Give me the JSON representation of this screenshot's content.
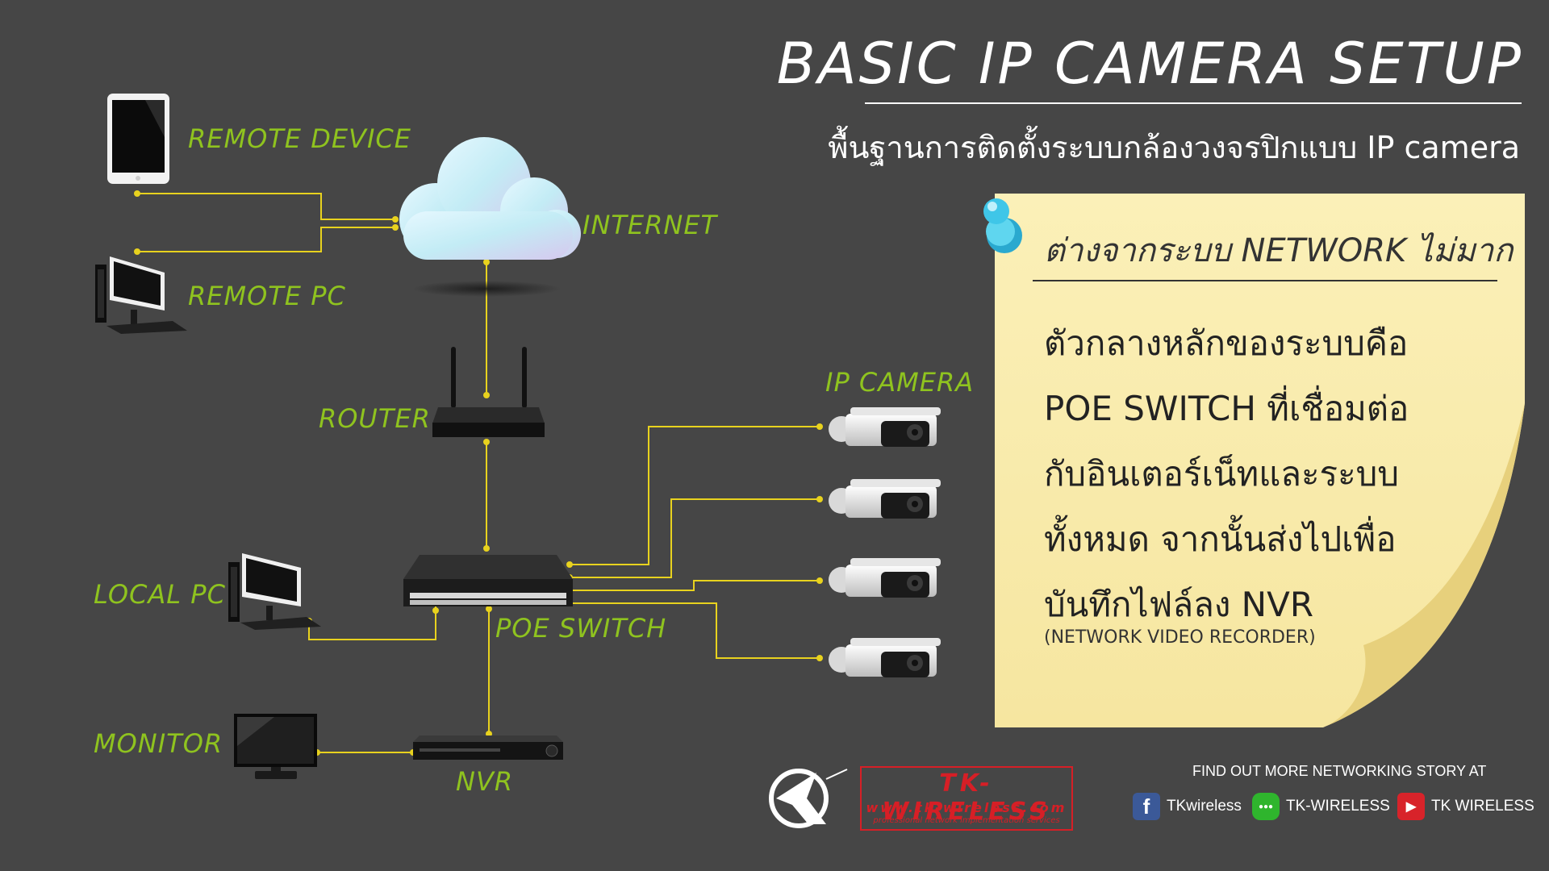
{
  "header": {
    "title": "BASIC IP CAMERA SETUP",
    "subtitle": "พื้นฐานการติดตั้งระบบกล้องวงจรปิกแบบ IP camera"
  },
  "diagram": {
    "labels": {
      "remote_device": "REMOTE DEVICE",
      "remote_pc": "REMOTE PC",
      "internet": "INTERNET",
      "router": "ROUTER",
      "ip_camera": "IP CAMERA",
      "local_pc": "LOCAL PC",
      "poe_switch": "POE SWITCH",
      "monitor": "MONITOR",
      "nvr": "NVR"
    },
    "colors": {
      "label": "#8fc31f",
      "connector": "#e8d21e",
      "background": "#464646"
    }
  },
  "note": {
    "heading": "ต่างจากระบบ NETWORK ไม่มาก",
    "lines": [
      "ตัวกลางหลักของระบบคือ",
      "POE SWITCH ที่เชื่อมต่อ",
      "กับอินเตอร์เน็ทและระบบ",
      "ทั้งหมด จากนั้นส่งไปเพื่อ",
      "บันทึกไฟล์ลง NVR"
    ],
    "small": "(NETWORK VIDEO RECORDER)",
    "colors": {
      "paper": "#fbeeb0",
      "pin": "#3fc6e8"
    }
  },
  "brand": {
    "name": "TK-WIRELESS",
    "url": "www.tk-wireless.com",
    "tagline": "professional network implementation services",
    "color": "#d61f26"
  },
  "footer": {
    "find_out": "FIND OUT MORE NETWORKING STORY AT",
    "social": [
      {
        "icon": "facebook-icon",
        "label": "TKwireless",
        "color": "#3b5998"
      },
      {
        "icon": "line-icon",
        "label": "TK-WIRELESS",
        "color": "#2fb52d"
      },
      {
        "icon": "youtube-icon",
        "label": "TK WIRELESS",
        "color": "#d8232a"
      }
    ]
  }
}
